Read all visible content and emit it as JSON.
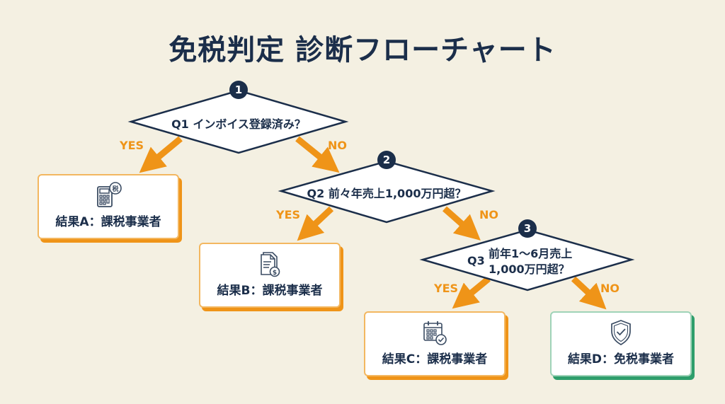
{
  "title": "免税判定 診断フローチャート",
  "colors": {
    "background": "#f4f0e2",
    "navy": "#1b2e4a",
    "orange": "#ef9418",
    "green": "#2e9e6b"
  },
  "questions": [
    {
      "badge": "1",
      "prefix": "Q1",
      "text": "インボイス登録済み？"
    },
    {
      "badge": "2",
      "prefix": "Q2",
      "text": "前々年売上1,000万円超？"
    },
    {
      "badge": "3",
      "prefix": "Q3",
      "line1": "前年1〜6月売上",
      "line2": "1,000万円超？"
    }
  ],
  "branch_labels": {
    "yes": "YES",
    "no": "NO"
  },
  "results": [
    {
      "label": "結果A：課税事業者",
      "icon": "tax-calculator-icon",
      "icon_badge": "税"
    },
    {
      "label": "結果B：課税事業者",
      "icon": "document-dollar-icon"
    },
    {
      "label": "結果C：課税事業者",
      "icon": "calendar-check-icon"
    },
    {
      "label": "結果D：免税事業者",
      "icon": "shield-check-icon"
    }
  ]
}
